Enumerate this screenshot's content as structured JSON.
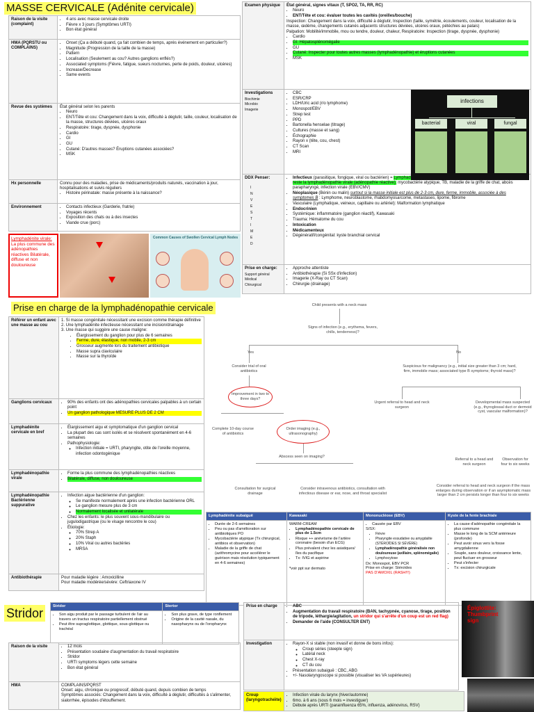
{
  "s1": {
    "title": "MASSE CERVICALE (Adénite cervicale)",
    "rows": [
      {
        "label": "Raison de la visite\n(complaint)",
        "items": [
          "4 ans avec masse cervicale droite",
          "Fièvre x 3 jours (Symptômes URTI)",
          "Bon état général"
        ]
      },
      {
        "label": "HMA\n(PQRSTU ou COMPLAINS)",
        "items": [
          "Onset (Ça a débuté quand, ça fait combien de temps, après événement en particulier?)",
          "Magnitude (Progression de la taille de la masse)",
          "Pattern",
          "Localisation (Seulement au cou? Autres ganglions enflés?)",
          "Associated symptoms (Fièvre, fatigue, sueurs nocturnes, perte de poids, douleur, ulcères)",
          "Increase/Decrease",
          "Same events"
        ]
      },
      {
        "label": "Revue des systèmes",
        "intro": "État général selon les parents",
        "items": [
          "Neuro",
          "ENT/Tête et cou: Changement dans la voix, difficulté à déglutir, taille, couleur, localisation de la masse, structures déviées, ulcères oraux",
          "Respiratoire: tirage, dyspnée, dysphonie",
          "Cardio",
          "GI",
          "GU",
          "Cutané: D'autres masses? Éruptions cutanées associées?",
          "MSK"
        ]
      },
      {
        "label": "Hx personnelle",
        "intro": "Connu pour des maladies, prise de médicaments/produits naturels, vaccination à jour, hospitalisations et suivis réguliers",
        "items": [
          "Histoire périnatale: masse présente à la naissance?"
        ]
      },
      {
        "label": "Environnement",
        "items": [
          "Contacts infectieux (Garderie, fratrie)",
          "Voyages récents",
          "Exposition  des chats ou à des insectes",
          "Viande crue (porc)"
        ]
      }
    ],
    "red_box": "Lymphadénite virale: La plus commune des adénopathies réactives Bilatérale, diffuse et non douloureuse",
    "red_box_title": "Lymphadénite virale:",
    "red_box_body": "La plus commune des adénopathies réactives Bilatérale, diffuse et non douloureuse",
    "poster_title": "Common Causes of Swollen Cervical Lymph Nodes"
  },
  "s2": {
    "rows": [
      {
        "label": "Examen physique",
        "intro": "État général, signes vitaux (T, SPO2, TA, RR, RC)",
        "items": [
          "Neuro",
          "ENT/Tête et cou: évaluer toutes les cavités (oreilles/bouche)",
          "Inspection: Changement dans la voix, difficulté à déglutir, Inspection (taille, symétrie, écoulements, couleur, localisation de la masse, œdème, changements cutanés adjacents structures déviées, ulcères oraux, pétéchies au palais)",
          "Palpation: Mobilité/immobile, mou ou tendre, douleur, chaleur, Respiratoire: Inspection (tirage, dyspnée, dysphonie)",
          "Cardio",
          "GI: Hépatosplénomégalie",
          "GU",
          "Cutané: Inspecter pour toutes autres masses (lymphadénopathie) et éruptions cutanées",
          "MSK"
        ]
      },
      {
        "label": "Investigations",
        "sub": [
          "Biochimie",
          "Microbio",
          "Imagerie"
        ],
        "items": [
          "CBC",
          "ESR/CRP",
          "LDH/Uric acid (r/o lymphome)",
          "Monospot/EBV",
          "Strep test",
          "PPD",
          "Bartonella henselae (titrage)",
          "Cultures (masse et sang)",
          "Échographie",
          "Rayon x (tête, cou, chest)",
          "CT Scan",
          "MRI"
        ]
      },
      {
        "label": "DDX\nPenser:",
        "side": "I N V E S T I M E D",
        "items": [
          "Infectieux (parasitique, fongique, viral ou bactérien) = Lymphadénite bactérienne le plus probable, la forme la plus commune reste la lymphadénopathie virale (adénopathie réactive), mycobactérie atypique, TB, maladie de la griffe de chat, abcès parapharyngé, infection virale (EBV/CMV)",
          "Néoplasique (Bénin ou malin) surtout si la masse  initiale est plus de 2-3 cm, dure, ferme, immobile, associée à des symptomes B : Lymphome, neuroblastome, rhabdomyosarcome, metastases, lipome, fibrome",
          "Vasculaire (Lymphatique, veineux, capillaire ou artériel): Malformation lymphatique",
          "Endocrinien",
          "Systémique: inflammatoire (ganglion réactif), Kawasaki",
          "Trauma: Hématome du cou",
          "Intoxication",
          "Médicamenteux",
          "Dégénératif/congénital: kyste branchial cervical"
        ]
      },
      {
        "label": "Prise en charge:",
        "sub": [
          "Support général",
          "Médical",
          "Chirurgical"
        ],
        "items": [
          "Approche attentiste",
          "Antibiothérapie (Si SSx d'infection)",
          "Imagerie (X-Ray ou CT Scan)",
          "Chirurgie (drainage)"
        ]
      }
    ],
    "infections": {
      "root": "infections",
      "bacterial": "bacterial",
      "viral": "viral",
      "fungal": "fungal"
    }
  },
  "s3": {
    "title": "Prise en charge de la lymphadénopathie cervicale",
    "rows": [
      {
        "label": "Référer un enfant avec une masse au cou",
        "items": [
          "1. Si masse congénitale nécessitant une excision comme thérapie définitive",
          "2. Une lymphadénite infectieuse nécessitant une incision/drainage",
          "3. Une masse qui suggère une cause maligne:",
          "Élargissement du ganglion pour plus de 6 semaines",
          "Ferme, dure, élastique, non mobile, 2-3 cm",
          "Grosseur augmente lors du traitement antibiotique",
          "Masse supra claviculaire",
          "Masse sur la thyroïde"
        ]
      },
      {
        "label": "Ganglions cervicaux",
        "items": [
          "90% des enfants ont des adénopathies cervicales palpables à un certain point",
          "Un ganglion pathologique MESURE PLUS DE 2 CM"
        ]
      },
      {
        "label": "Lymphadénite cervicale en bref",
        "items": [
          "Élargissement aigu et symptomatique d'un ganglion cervical",
          "La plupart des cas sont isolés et se résolvent spontanément en 4-6 semaines",
          "Pathophysiologie:",
          "Infection initiale = URTI, pharyngite, otite de l'oreille moyenne, infection odontogénique"
        ]
      },
      {
        "label": "Lymphadénopathie virale",
        "items": [
          "Forme la plus commune des lymphadénopathies réactives",
          "Bilatérale, diffuse, non douloureuse"
        ]
      },
      {
        "label": "Lymphadénopathie Bactérienne suppurative",
        "items": [
          "Infection aigue bactérienne d'un ganglion:",
          "Se manifeste normalement après une infection bactérienne ORL",
          "Le ganglion mesure plus de 3 cm",
          "Normalement localisée et unilatérale",
          "Chez les enfants: le plus souvent sous-mandibulaire ou jugulodigastrique (ou le visage rencontre le cou)",
          "Étiologie:",
          "70% Strep A",
          "20% Staph",
          "10% Viral ou autres bactéries",
          "MRSA"
        ]
      },
      {
        "label": "Antibiothérapie",
        "items": [
          "Pour maladie légère : Amoxicilline",
          "Pour maladie modérée/sévère: Ceftriaxone IV"
        ]
      }
    ]
  },
  "flow": {
    "n1": "Child presents with a neck mass",
    "n2": "Signs of infection (e.g., erythema, fevers, chills, tenderness)?",
    "yes": "Yes",
    "no": "No",
    "n3": "Consider trial of oral antibiotics",
    "n4": "Suspicious for malignancy (e.g., initial size greater than 3 cm; hard, firm, immobile mass; associated type B symptoms; thyroid mass)?",
    "n5": "Improvement in two to three days?",
    "n6": "Urgent referral to head and neck surgeon",
    "n7": "Developmental mass suspected (e.g., thyroglossal duct or dermoid cyst, vascular malformation)?",
    "n8": "Complete 10-day course of antibiotics",
    "n9": "Order imaging (e.g., ultrasonography)",
    "n10": "Abscess seen on imaging?",
    "n11": "Referral to a head and neck surgeon",
    "n12": "Observation for four to six weeks",
    "n13": "Consultation for surgical drainage",
    "n14": "Consider intravenous antibiotics, consultation with infectious disease or ear, nose, and throat specialist",
    "n15": "Consider referral to head and neck surgeon if the mass enlarges during observation or if an asymptomatic mass larger than 2 cm persists longer than four to six weeks"
  },
  "s4": {
    "headers": [
      "Lymphadénite subaiguë",
      "Kawasaki",
      "Mononucléose (EBV)",
      "Kyste de la fente brachiale"
    ],
    "col1": [
      "Durée de 2-6 semaines",
      "Peu ou pas d'amélioration sur antibiotiques PO",
      "Mycobactérie atypique (Tx chirurgical, antibios et observation)",
      "Maladie de la griffe de chat (azithromycine pour accélérer le guérison mais résolution typiquement en 4-6 semaines)"
    ],
    "col2_title": "WARM-CREAM",
    "col2": [
      "Lymphadénopathie cervicale de plus de 1.5cm",
      "Risque ++ anévrisme de l'artère coronaire (besoin d'un ECG)",
      "Plus prévalent chez les asiatiques/îles du pacifique",
      "Tx: IVIG et aspirine"
    ],
    "col2_note": "*voir ppt sur dermato",
    "col3": [
      "Causée par EBV",
      "S/SX:",
      "Fièvre",
      "Pharyngite exsudative ou amygdalite (STÉROÏDES SI SÉVÈRE)",
      "Lymphadénopathie généralisée non douloureuse (axillaire, splénomégalie)",
      "Lymphocytose"
    ],
    "col3_dx": "Dx: Monospot, EBV PCR",
    "col3_tx": "Prise en charge: Stéroïdes",
    "col3_red": "PAS D'AMOXIL (RASH!!!)",
    "col4": [
      "La cause d'adénopathie congénitale la plus commune",
      "Masse le long de la SCM antérieure (profonde)",
      "Peut avoir sinus vers la fosse amygdalienne",
      "Souple, sans douleur, croissance lente, peut fluctuer en grosseur",
      "Peut s'infecter",
      "Tx: excision chirurgicale"
    ]
  },
  "s5": {
    "title": "Stridor",
    "h_stridor": "Stridor",
    "h_stertor": "Stertor",
    "stridor_items": [
      "Son aigu produit par le passage turbulent de l'air au travers un tractus respiratoire partiellement obstrué",
      "Peut être supraglottique, glottique, sous-glottique ou trachéal"
    ],
    "stertor_items": [
      "Son plus grave, de type ronflement",
      "Origine de la cavité nasale, du nasopharynx ou de l'oropharynx"
    ],
    "rows": [
      {
        "label": "Raison de la visite",
        "items": [
          "12 mois",
          "Présentation soudaine d'augmentation du travail respiratoire",
          "Stridor",
          "URTI symptoms légers cette semaine",
          "Bon état général"
        ]
      },
      {
        "label": "HMA",
        "text": "COMPLAINS/PQRST",
        "onset": "Onset: aigu, chronique ou progressif, débuté quand, depuis combien de temps",
        "sx": "Symptômes associés: Changement dans la voix, difficulté à déglutir, difficultés à s'alimenter, sialorrhée, épisodes d'étouffement."
      }
    ],
    "right": [
      {
        "label": "Prise en charge",
        "items": [
          "ABC",
          "Augmentation du travail respiratoire (BAN, tachypnée, cyanose, tirage, position de tripode, léthargie/agitation,",
          "un stridor qui s'arrête d'un coup est un red flag)",
          "Demander de l'aide (CONSULTER ENT)"
        ]
      },
      {
        "label": "Investigation",
        "items": [
          "Rayon-X si stable (non invasif et donne de bons infos):",
          "Croup séries (steeple sign)",
          "Latéral neck",
          "Chest X-ray",
          "CT du cou",
          "Présentation subaiguë : CBC, ABG",
          "+/- Nasolaryngoscope si possible (visualiser les VA supérieures)"
        ]
      },
      {
        "label": "Croup (laryngotrachéite)",
        "items": [
          "Infection virale du larynx (hiver/automne)",
          "6mo. à 6 ans (sous 6 mois = investiguer)",
          "Débute après URTI (parainfluenza 65%, influenza, adénovirus, RSV)"
        ]
      }
    ],
    "xray_label": "Épiglottite: Thumbprint sign"
  }
}
